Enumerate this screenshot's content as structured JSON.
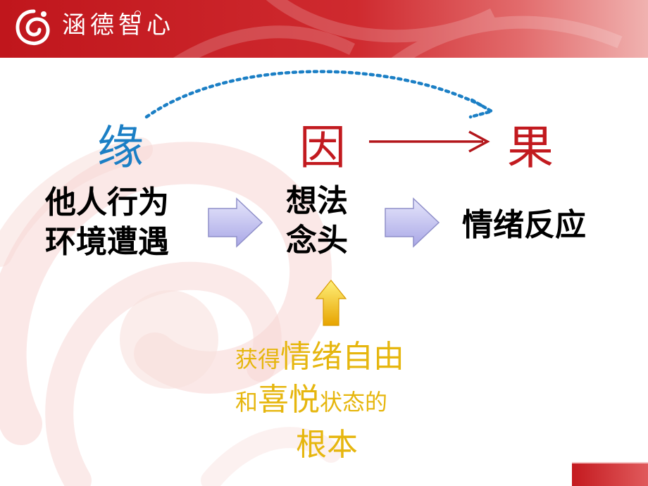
{
  "header": {
    "brand": "涵德智心",
    "logo_icon": "swirl-logo-icon",
    "colors": {
      "bar": "#c0161c",
      "bar_fade": "#f0b2b0"
    }
  },
  "diagram": {
    "keywords": {
      "yuan": "缘",
      "yin": "因",
      "guo": "果"
    },
    "left_lines": [
      "他人行为",
      "环境遭遇"
    ],
    "middle_lines": [
      "想法",
      "念头"
    ],
    "right_label": "情绪反应",
    "root_text": {
      "line1_small": "获得",
      "line1_large": "情绪自由",
      "line2_small_a": "和",
      "line2_large": "喜悦",
      "line2_small_b": "状态的",
      "line3": "根本"
    },
    "colors": {
      "yuan": "#1b7fc5",
      "yin_guo": "#c21a1f",
      "dotted_arrow": "#1b7fc5",
      "red_arrow": "#b3161b",
      "block_arrow_fill": "#c9c8f0",
      "up_arrow": "#f2b705",
      "root_text": "#e6b60e"
    }
  }
}
